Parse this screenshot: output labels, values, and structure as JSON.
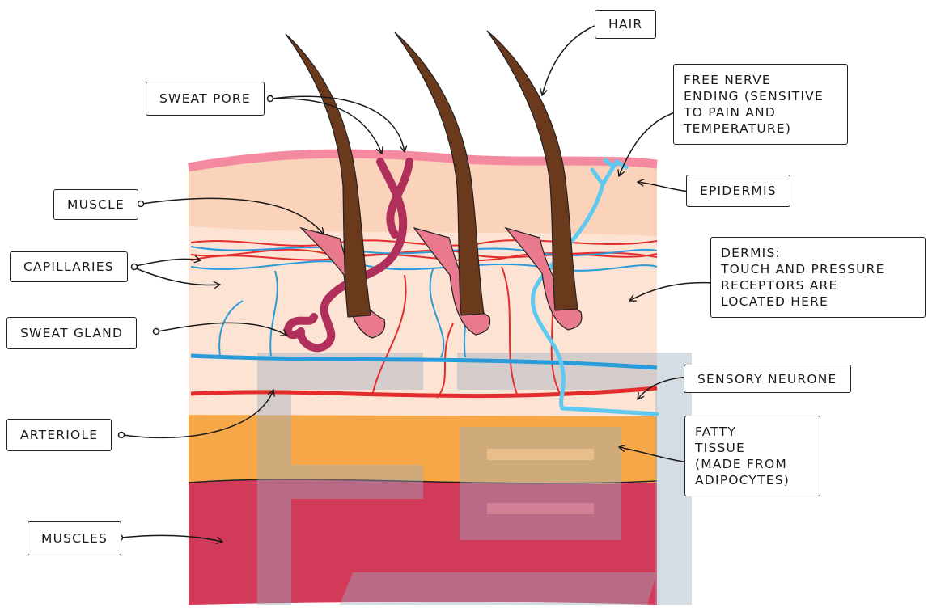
{
  "labels": {
    "hair": "HAIR",
    "sweat_pore": "SWEAT PORE",
    "free_nerve_ending": [
      "FREE NERVE",
      "ENDING (SENSITIVE",
      "TO PAIN AND",
      "TEMPERATURE)"
    ],
    "epidermis": "EPIDERMIS",
    "muscle": "MUSCLE",
    "capillaries": "CAPILLARIES",
    "dermis": [
      "DERMIS:",
      "TOUCH AND PRESSURE",
      "RECEPTORS ARE",
      "LOCATED HERE"
    ],
    "sweat_gland": "SWEAT GLAND",
    "sensory_neurone": "SENSORY NEURONE",
    "arteriole": "ARTERIOLE",
    "fatty_tissue": [
      "FATTY",
      "TISSUE",
      "(MADE FROM",
      "ADIPOCYTES)"
    ],
    "muscles": "MUSCLES"
  },
  "colors": {
    "epidermis_outer": "#F48AA0",
    "epidermis": "#FBD3BA",
    "dermis": "#FDE3D3",
    "fatty_tissue": "#F6A849",
    "muscle_layer": "#D23A5A",
    "hair": "#6B3A1C",
    "follicle": "#E97A8E",
    "sweat_gland": "#B0305B",
    "vein_blue": "#2A9BDA",
    "artery_red": "#E32D2D",
    "nerve": "#5FC9EF",
    "watermark": "#9AAEC1"
  }
}
